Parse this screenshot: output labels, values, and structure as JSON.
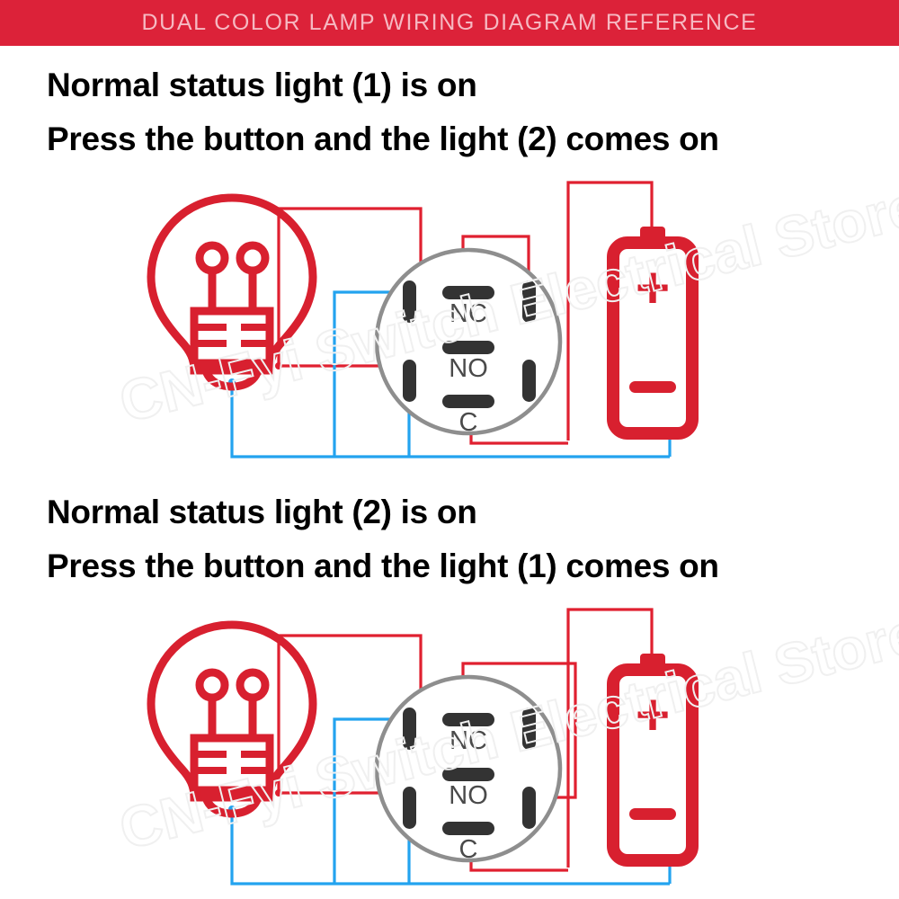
{
  "header": {
    "title": "DUAL COLOR LAMP WIRING DIAGRAM REFERENCE",
    "background_color": "#dc2239",
    "text_color": "#f6b9c2"
  },
  "watermark": {
    "text": "CN-Fyi Switch Electrical Store",
    "color": "#f2f2f2"
  },
  "colors": {
    "red_wire": "#e02030",
    "blue_wire": "#23a3ef",
    "lamp_red": "#d8202f",
    "battery_red": "#d8202f",
    "switch_body": "#8e8e8e",
    "terminal_block": "#333333",
    "terminal_label": "#4a4a4a"
  },
  "sections": [
    {
      "id": "section-1",
      "line1": "Normal status light (1) is on",
      "line2": "Press the button and the light (2) comes on",
      "diagram": {
        "lamp_label": "lamp",
        "battery": {
          "plus": "+",
          "minus": "—"
        },
        "switch_terminals": [
          "NC",
          "NO",
          "C"
        ],
        "no_branch_direction": "down-right"
      }
    },
    {
      "id": "section-2",
      "line1": "Normal status light (2) is on",
      "line2": "Press the button and the light (1) comes on",
      "diagram": {
        "lamp_label": "lamp",
        "battery": {
          "plus": "+",
          "minus": "—"
        },
        "switch_terminals": [
          "NC",
          "NO",
          "C"
        ],
        "no_branch_direction": "up-right"
      }
    }
  ]
}
